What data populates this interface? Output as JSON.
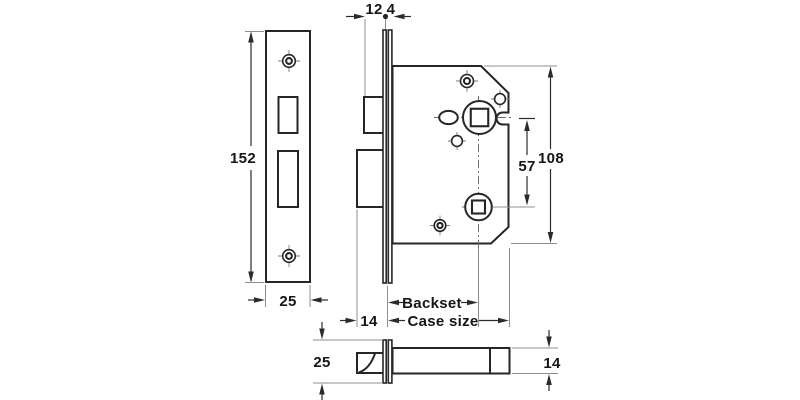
{
  "title": "Mortice bathroom lock dimensional drawing",
  "colors": {
    "background": "#ffffff",
    "object_line": "#262626",
    "dimension_line": "#2b2b2b",
    "extension_line": "#8f8f8f",
    "text": "#161616"
  },
  "labels": {
    "latch_projection": "12",
    "faceplate_thickness": "4",
    "faceplate_height": "152",
    "faceplate_width": "25",
    "spindle_centres": "57",
    "case_height": "108",
    "deadbolt_throw": "14",
    "backset": "Backset",
    "case_size": "Case size",
    "latch_case_width": "25",
    "case_thickness": "14"
  }
}
